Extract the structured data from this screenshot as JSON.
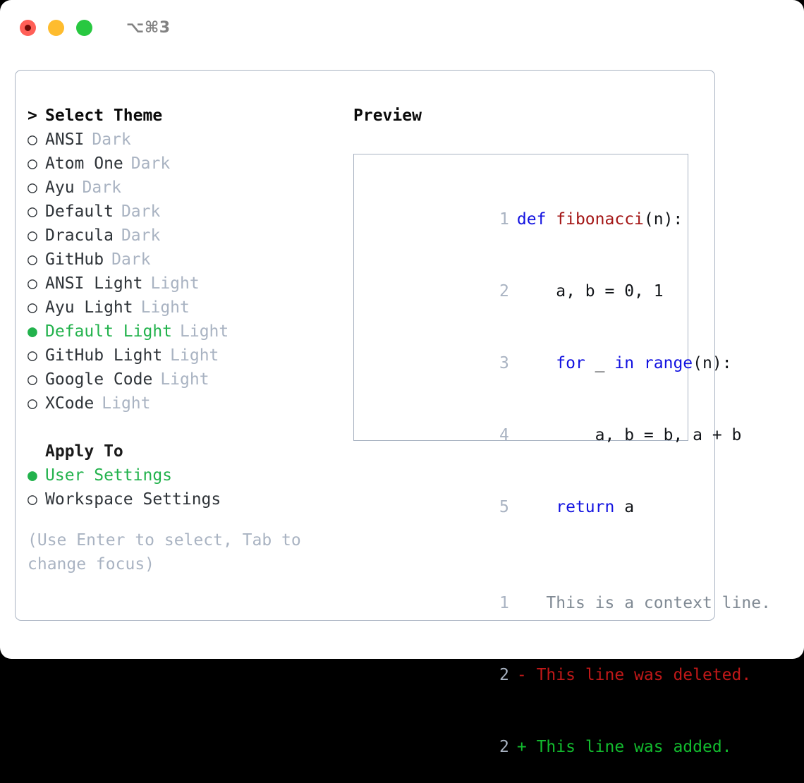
{
  "titlebar": {
    "shortcut": "⌥⌘3",
    "buttons": [
      "close",
      "minimize",
      "maximize"
    ]
  },
  "left": {
    "header_marker": ">",
    "header": "Select Theme",
    "themes": [
      {
        "marker": "○",
        "name": "ANSI",
        "tag": "Dark",
        "selected": false
      },
      {
        "marker": "○",
        "name": "Atom One",
        "tag": "Dark",
        "selected": false
      },
      {
        "marker": "○",
        "name": "Ayu",
        "tag": "Dark",
        "selected": false
      },
      {
        "marker": "○",
        "name": "Default",
        "tag": "Dark",
        "selected": false
      },
      {
        "marker": "○",
        "name": "Dracula",
        "tag": "Dark",
        "selected": false
      },
      {
        "marker": "○",
        "name": "GitHub",
        "tag": "Dark",
        "selected": false
      },
      {
        "marker": "○",
        "name": "ANSI Light",
        "tag": "Light",
        "selected": false
      },
      {
        "marker": "○",
        "name": "Ayu Light",
        "tag": "Light",
        "selected": false
      },
      {
        "marker": "●",
        "name": "Default Light",
        "tag": "Light",
        "selected": true
      },
      {
        "marker": "○",
        "name": "GitHub Light",
        "tag": "Light",
        "selected": false
      },
      {
        "marker": "○",
        "name": "Google Code",
        "tag": "Light",
        "selected": false
      },
      {
        "marker": "○",
        "name": "XCode",
        "tag": "Light",
        "selected": false
      }
    ],
    "apply_to_header": "Apply To",
    "apply_to": [
      {
        "marker": "●",
        "name": "User Settings",
        "selected": true
      },
      {
        "marker": "○",
        "name": "Workspace Settings",
        "selected": false
      }
    ],
    "hint": "(Use Enter to select, Tab to change focus)"
  },
  "right": {
    "preview_title": "Preview",
    "code": [
      {
        "lineno": "1",
        "tokens": [
          {
            "t": "def ",
            "c": "kw"
          },
          {
            "t": "fibonacci",
            "c": "fn"
          },
          {
            "t": "(n):",
            "c": "txt"
          }
        ]
      },
      {
        "lineno": "2",
        "tokens": [
          {
            "t": "    a, b = 0, 1",
            "c": "txt"
          }
        ]
      },
      {
        "lineno": "3",
        "tokens": [
          {
            "t": "    ",
            "c": "txt"
          },
          {
            "t": "for",
            "c": "kw"
          },
          {
            "t": " _ ",
            "c": "txt"
          },
          {
            "t": "in",
            "c": "kw"
          },
          {
            "t": " ",
            "c": "txt"
          },
          {
            "t": "range",
            "c": "bi"
          },
          {
            "t": "(n):",
            "c": "txt"
          }
        ]
      },
      {
        "lineno": "4",
        "tokens": [
          {
            "t": "        a, b = b, a + b",
            "c": "txt"
          }
        ]
      },
      {
        "lineno": "5",
        "tokens": [
          {
            "t": "    ",
            "c": "txt"
          },
          {
            "t": "return",
            "c": "kw"
          },
          {
            "t": " a",
            "c": "txt"
          }
        ]
      }
    ],
    "diff": [
      {
        "lineno": "1",
        "sign": " ",
        "text": "  This is a context line.",
        "kind": "ctx"
      },
      {
        "lineno": "2",
        "sign": "-",
        "text": " This line was deleted.",
        "kind": "del"
      },
      {
        "lineno": "2",
        "sign": "+",
        "text": " This line was added.",
        "kind": "add"
      }
    ]
  },
  "colors": {
    "accent_green": "#22b24c",
    "muted": "#a9b3c2",
    "keyword_blue": "#1212e0",
    "function_red": "#a31515",
    "diff_deleted": "#c01818",
    "diff_added": "#12bb2e",
    "border": "#a9b3c2",
    "traffic_red": "#ff5f57",
    "traffic_yellow": "#febc2e",
    "traffic_green": "#28c840"
  }
}
